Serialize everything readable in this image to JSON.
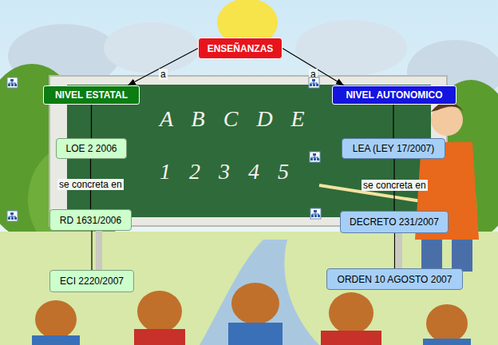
{
  "diagram": {
    "nodes": [
      {
        "text": [
          "ENSEÑANZAS"
        ]
      },
      {
        "text": [
          "NIVEL ESTATAL"
        ]
      },
      {
        "text": [
          "NIVEL AUTONOMICO"
        ]
      },
      {
        "text": [
          "LOE 2 2006"
        ]
      },
      {
        "text": [
          "LEA (LEY 17/2007)"
        ]
      },
      {
        "text": [
          "RD 1631/2006"
        ]
      },
      {
        "text": [
          "DECRETO 231/2007"
        ]
      },
      {
        "text": [
          "ECI 2220/2007"
        ]
      },
      {
        "text": [
          "ORDEN 10 AGOSTO 2007"
        ]
      }
    ],
    "edges": [
      {
        "from": 0,
        "to": 1,
        "label": "a",
        "arrow": "to"
      },
      {
        "from": 0,
        "to": 2,
        "label": "a",
        "arrow": "to"
      },
      {
        "from": 1,
        "to": 3,
        "arrow": "none"
      },
      {
        "from": 3,
        "to": 5,
        "label": "se concreta en",
        "arrow": "none"
      },
      {
        "from": 5,
        "to": 7,
        "arrow": "none"
      },
      {
        "from": 2,
        "to": 4,
        "arrow": "none"
      },
      {
        "from": 4,
        "to": 6,
        "label": "se concreta en",
        "arrow": "none"
      },
      {
        "from": 6,
        "to": 8,
        "arrow": "none"
      }
    ],
    "labels": [
      "A B C D E",
      "1 2 3 4 5"
    ]
  }
}
